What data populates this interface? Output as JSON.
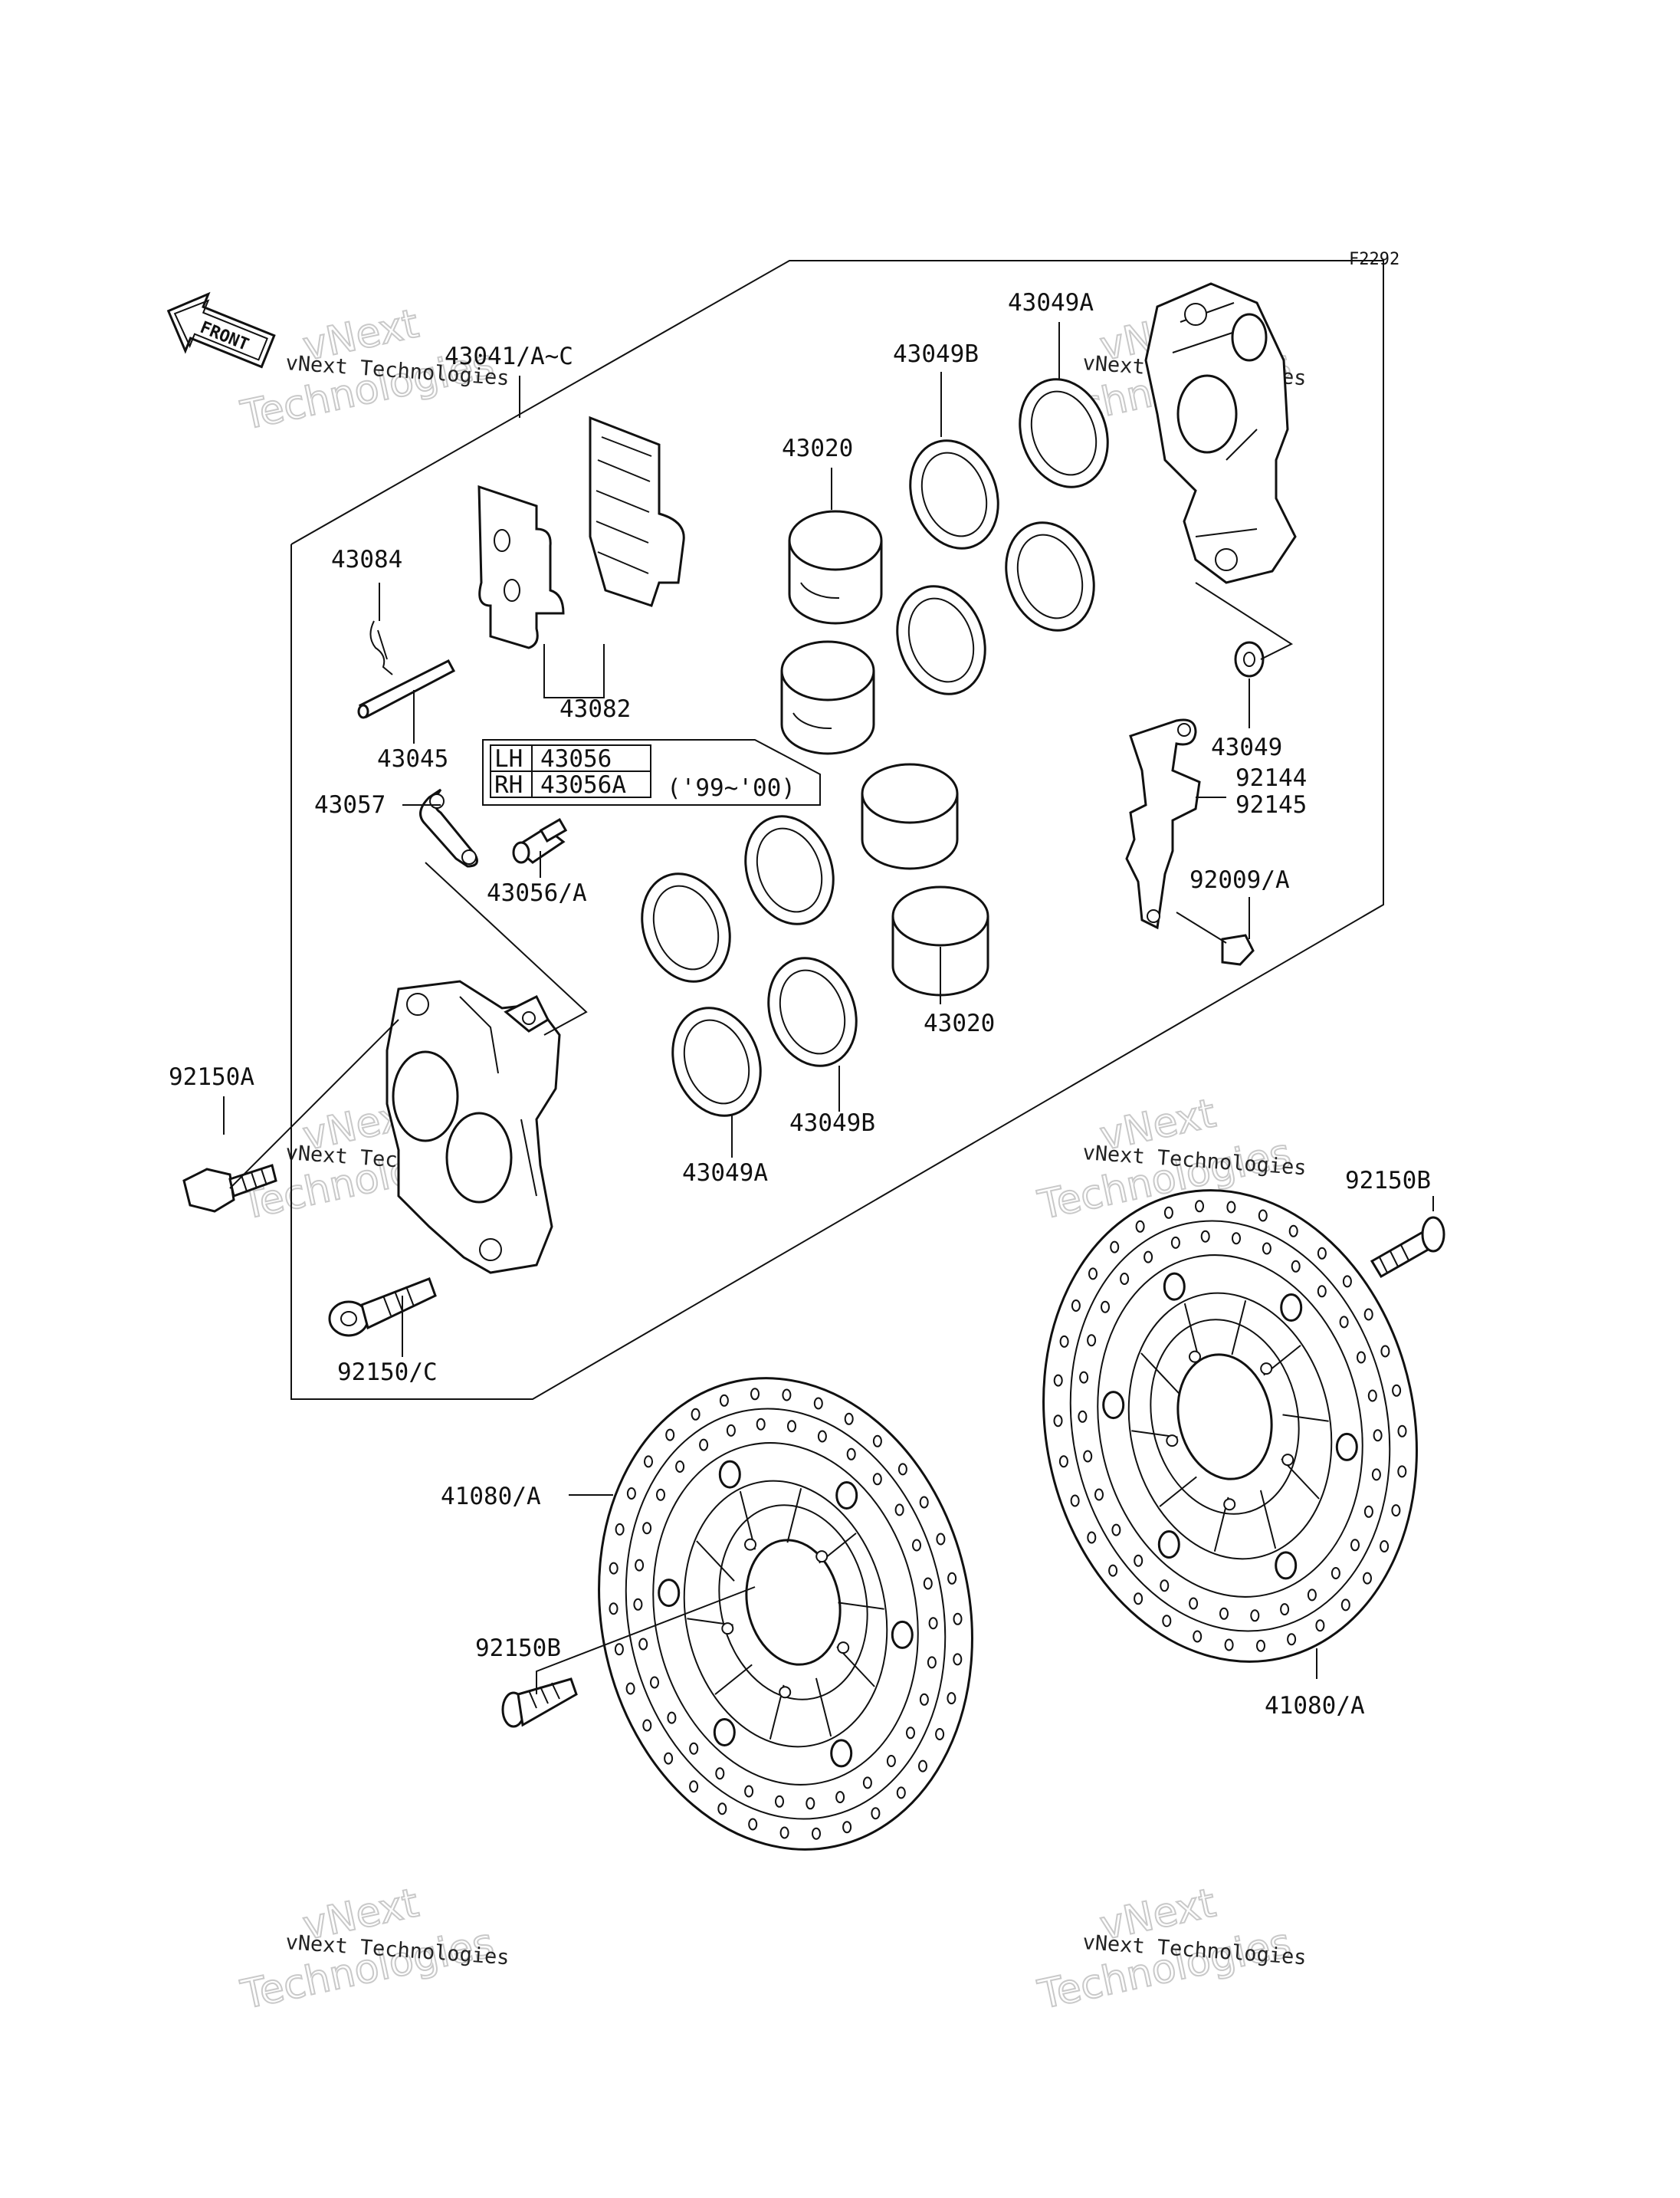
{
  "figure_code": "F2292",
  "front_arrow_label": "FRONT",
  "table": {
    "rows": [
      {
        "side": "LH",
        "part": "43056"
      },
      {
        "side": "RH",
        "part": "43056A"
      }
    ],
    "years": "('99~'00)"
  },
  "labels": {
    "p43041": "43041/A~C",
    "p43084": "43084",
    "p43045": "43045",
    "p43082": "43082",
    "p43057": "43057",
    "p43056a": "43056/A",
    "p43020_top": "43020",
    "p43049b_top": "43049B",
    "p43049a_top": "43049A",
    "p43049": "43049",
    "p92144": "92144",
    "p92145": "92145",
    "p92009": "92009/A",
    "p43020_bot": "43020",
    "p43049b_bot": "43049B",
    "p43049a_bot": "43049A",
    "p92150a": "92150A",
    "p92150c": "92150/C",
    "p92150b_right": "92150B",
    "p41080_left": "41080/A",
    "p92150b_left": "92150B",
    "p41080_right": "41080/A"
  },
  "watermark": {
    "line1": "vNext Technologies",
    "big1": "vNext",
    "big2": "Technologies"
  }
}
